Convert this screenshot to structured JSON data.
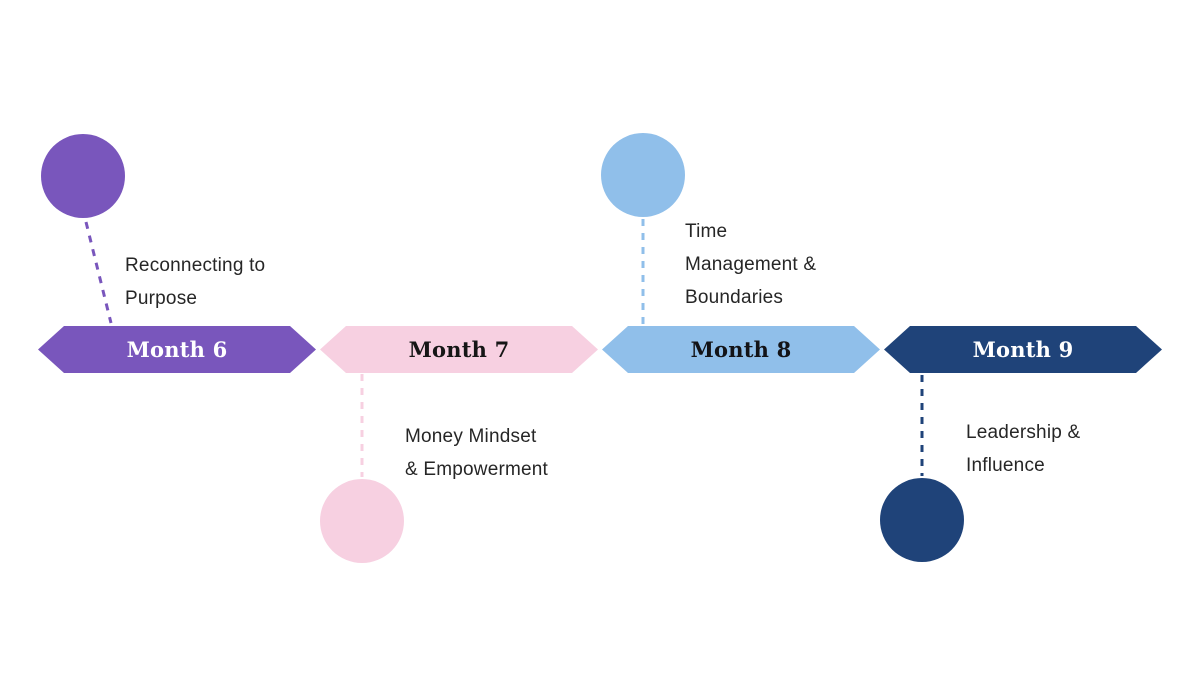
{
  "canvas": {
    "background": "#ffffff"
  },
  "timeline": {
    "description_text_color": "#262626",
    "items": [
      {
        "month": "Month 6",
        "description_lines": [
          "Reconnecting to",
          "Purpose"
        ],
        "color": "#7956BC",
        "month_text_color": "#ffffff",
        "marker_position": "above-left"
      },
      {
        "month": "Month 7",
        "description_lines": [
          "Money Mindset",
          "& Empowerment"
        ],
        "color": "#F7D0E1",
        "month_text_color": "#161616",
        "marker_position": "below"
      },
      {
        "month": "Month 8",
        "description_lines": [
          "Time",
          "Management &",
          "Boundaries"
        ],
        "color": "#90BFEA",
        "month_text_color": "#131317",
        "marker_position": "above"
      },
      {
        "month": "Month 9",
        "description_lines": [
          "Leadership &",
          "Influence"
        ],
        "color": "#1F4379",
        "month_text_color": "#ffffff",
        "marker_position": "below"
      }
    ]
  }
}
